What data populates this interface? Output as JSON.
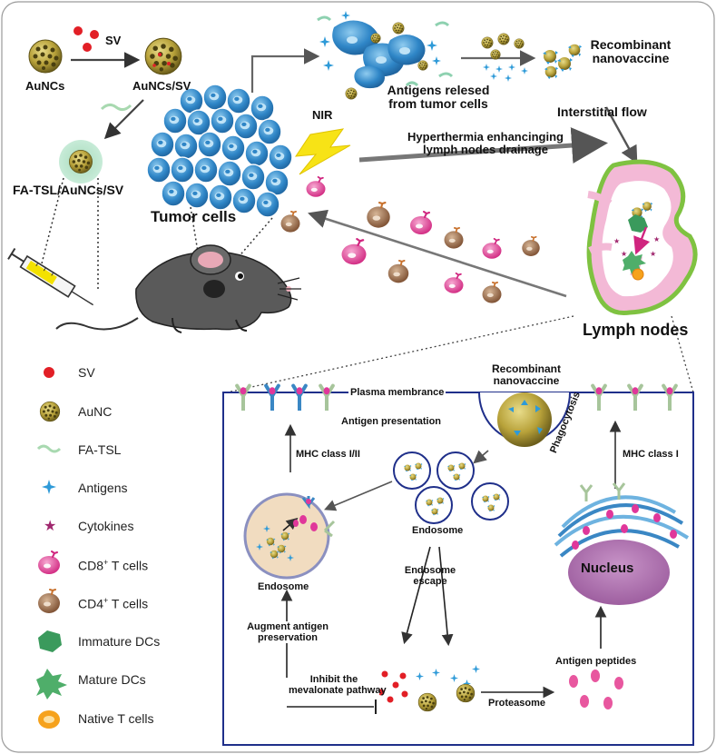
{
  "top": {
    "sv": "SV",
    "aunc_s": "AuNCs",
    "aunc_sv": "AuNCs/SV",
    "fa_tsl": "FA-TSL/AuNCs/SV",
    "tumor_cells": "Tumor cells",
    "nir": "NIR",
    "antigens_released_1": "Antigens relesed",
    "antigens_released_2": "from tumor cells",
    "recombinant_1": "Recombinant",
    "recombinant_2": "nanovaccine",
    "interstitial": "Interstitial flow",
    "hyperthermia_1": "Hyperthermia enhancinging",
    "hyperthermia_2": "lymph nodes drainage",
    "lymph_nodes": "Lymph nodes"
  },
  "legend": {
    "sv": "SV",
    "aunc": "AuNC",
    "fa_tsl": "FA-TSL",
    "antigens": "Antigens",
    "cytokines": "Cytokines",
    "cd8_pre": "CD8",
    "cd8_post": " T cells",
    "cd4_pre": "CD4",
    "cd4_post": " T cells",
    "plus": "+",
    "immature": "Immature DCs",
    "mature": "Mature DCs",
    "native": "Native T cells"
  },
  "inset": {
    "plasma": "Plasma membrance",
    "recombinant_1": "Recombinant",
    "recombinant_2": "nanovaccine",
    "antigen_presentation": "Antigen presentation",
    "mhc_12": "MHC class I/II",
    "mhc_1": "MHC class I",
    "phagocytosis": "Phagocytosis",
    "endosome_center": "Endosome",
    "endosome_left": "Endosome",
    "endosome_escape_1": "Endosome",
    "endosome_escape_2": "escape",
    "nucleus": "Nucleus",
    "augment_1": "Augment antigen",
    "augment_2": "preservation",
    "inhibit_1": "Inhibit the",
    "inhibit_2": "mevalonate pathway",
    "proteasome": "Proteasome",
    "antigen_peptides": "Antigen peptides"
  },
  "colors": {
    "tumor_blue": "#2f86c7",
    "gold": "#b8a23a",
    "sv_red": "#e21f26",
    "cd8_pink": "#e0379a",
    "cd4_brown": "#8a5a3a",
    "lymph_pink": "#f3b9d6",
    "lymph_green": "#7fc241",
    "nucleus_purple": "#a565a8",
    "inset_border": "#1f2f8a"
  }
}
